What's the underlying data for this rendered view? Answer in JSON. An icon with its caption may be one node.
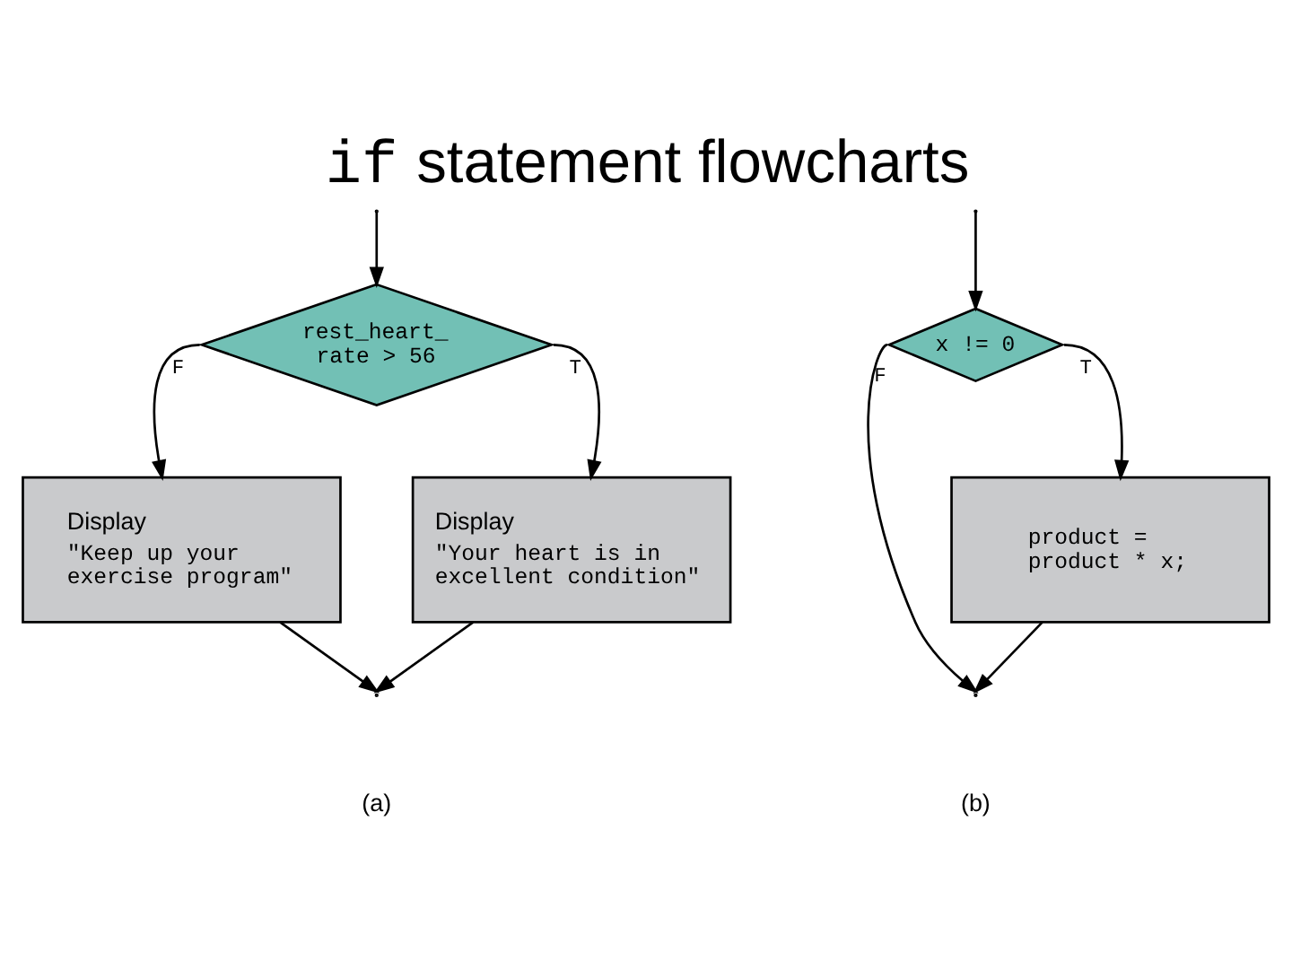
{
  "diagram": {
    "title": "if statement flowcharts",
    "nodes": [
      {
        "text": [
          "rest_heart_ rate > 56"
        ]
      },
      {
        "text": [
          "Display",
          "\"Keep up your exercise program\""
        ]
      },
      {
        "text": [
          "Display",
          "\"Your heart is in excellent condition\""
        ]
      },
      {
        "text": [
          "x != 0"
        ]
      },
      {
        "text": [
          "product = product * x;"
        ]
      }
    ],
    "edges": [
      {
        "from": null,
        "to": 0,
        "arrow": "to"
      },
      {
        "from": 0,
        "to": 1,
        "arrow": "to",
        "label": "F"
      },
      {
        "from": 0,
        "to": 2,
        "arrow": "to",
        "label": "T"
      },
      {
        "from": 1,
        "to": null,
        "arrow": "to"
      },
      {
        "from": 2,
        "to": null,
        "arrow": "to"
      },
      {
        "from": 3,
        "to": null,
        "arrow": "to",
        "label": "F"
      },
      {
        "from": null,
        "to": 3,
        "arrow": "to"
      },
      {
        "from": 3,
        "to": 4,
        "arrow": "to",
        "label": "T"
      },
      {
        "from": 4,
        "to": null,
        "arrow": "to"
      }
    ],
    "labels": [
      "(a)",
      "(b)"
    ]
  }
}
